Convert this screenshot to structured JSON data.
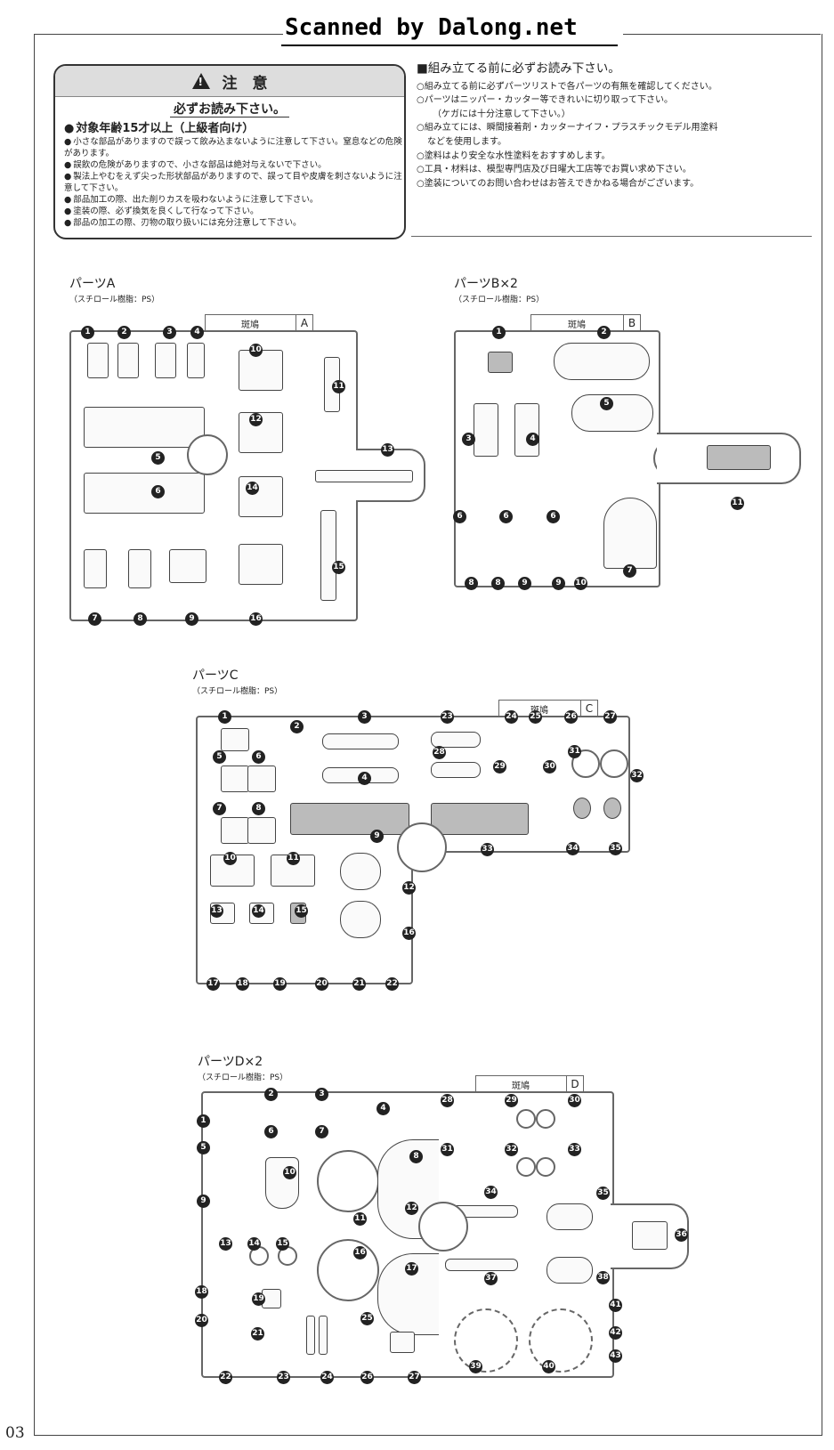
{
  "header": {
    "scan_credit": "Scanned by Dalong.net"
  },
  "caution": {
    "title": "注　意",
    "subtitle": "必ずお読み下さい。",
    "items": [
      "対象年齢15才以上（上級者向け）",
      "小さな部品がありますので誤って飲み込まないように注意して下さい。窒息などの危険があります。",
      "誤飲の危険がありますので、小さな部品は絶対与えないで下さい。",
      "製法上やむをえず尖った形状部品がありますので、誤って目や皮膚を刺さないように注意して下さい。",
      "部品加工の際、出た削りカスを吸わないように注意して下さい。",
      "塗装の際、必ず換気を良くして行なって下さい。",
      "部品の加工の際、刃物の取り扱いには充分注意して下さい。"
    ]
  },
  "instructions": {
    "heading": "■組み立てる前に必ずお読み下さい。",
    "items": [
      "○組み立てる前に必ずパーツリストで各パーツの有無を確認してください。",
      "○パーツはニッパー・カッター等できれいに切り取って下さい。",
      "（ケガには十分注意して下さい。）",
      "○組み立てには、瞬間接着剤・カッターナイフ・プラスチックモデル用塗料",
      "などを使用します。",
      "○塗料はより安全な水性塗料をおすすめします。",
      "○工具・材料は、模型専門店及び日曜大工店等でお買い求め下さい。",
      "○塗装についてのお問い合わせはお答えできかねる場合がございます。"
    ]
  },
  "runners": {
    "A": {
      "title": "パーツA",
      "material": "（スチロール樹脂：PS）",
      "tab": "斑鳩",
      "letter": "A"
    },
    "B": {
      "title": "パーツB×2",
      "material": "（スチロール樹脂：PS）",
      "tab": "斑鳩",
      "letter": "B"
    },
    "C": {
      "title": "パーツC",
      "material": "（スチロール樹脂：PS）",
      "tab": "斑鳩",
      "letter": "C"
    },
    "D": {
      "title": "パーツD×2",
      "material": "（スチロール樹脂：PS）",
      "tab": "斑鳩",
      "letter": "D"
    }
  },
  "page_number": "03"
}
